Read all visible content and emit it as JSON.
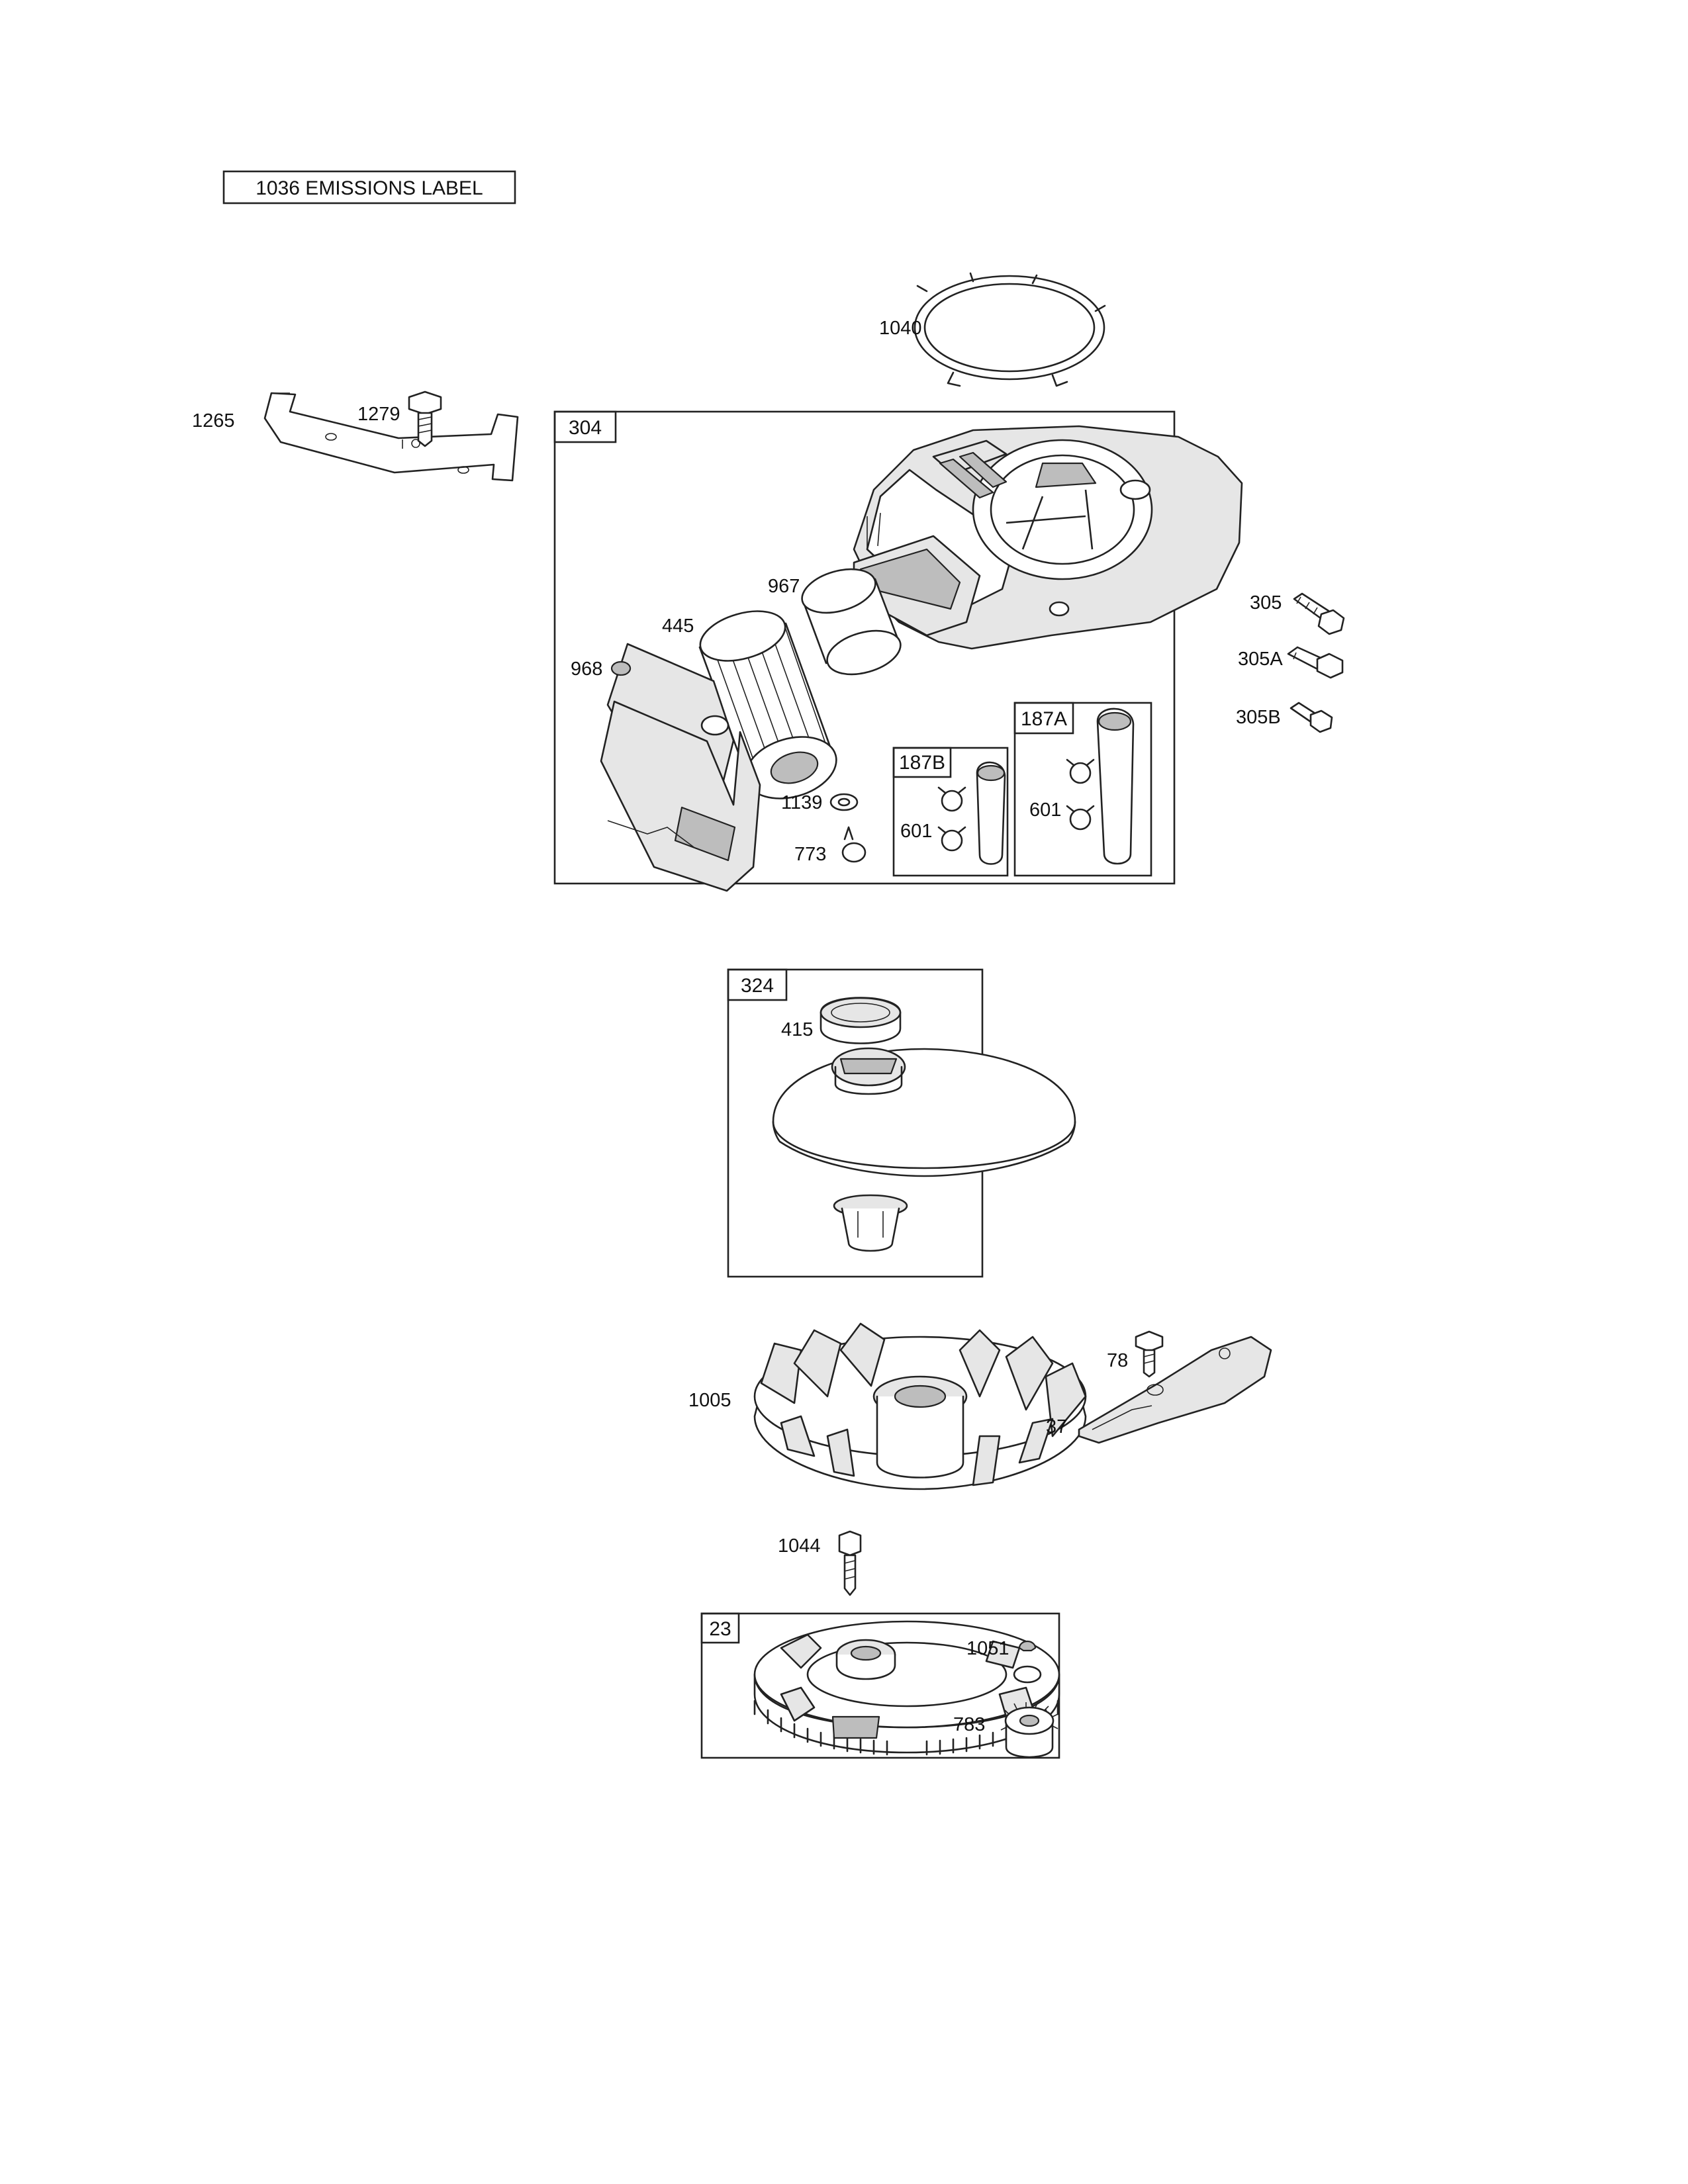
{
  "emissions_label": "1036 EMISSIONS LABEL",
  "groups": {
    "blower_housing": "304",
    "breather_tube_b": "187B",
    "breather_tube_a": "187A",
    "rewind_starter": "324",
    "flywheel": "23"
  },
  "parts": {
    "p1040": "1040",
    "p1265": "1265",
    "p1279": "1279",
    "p967": "967",
    "p445": "445",
    "p968": "968",
    "p1139": "1139",
    "p773": "773",
    "p601b": "601",
    "p601a": "601",
    "p305": "305",
    "p305a": "305A",
    "p305b": "305B",
    "p415": "415",
    "p1005": "1005",
    "p78": "78",
    "p37": "37",
    "p1044": "1044",
    "p1051": "1051",
    "p783": "783"
  }
}
